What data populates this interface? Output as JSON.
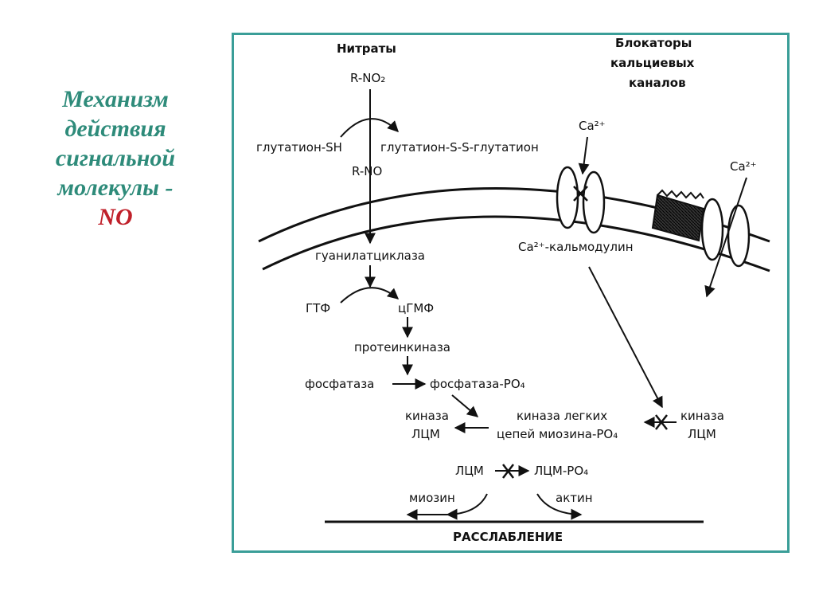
{
  "title": {
    "line1": "Механизм",
    "line2": "действия",
    "line3": "сигнальной",
    "line4": "молекулы -",
    "line5": "NO"
  },
  "colors": {
    "title": "#2e8b7a",
    "accent": "#c0202a",
    "frame": "#3a9e98"
  },
  "diagram": {
    "nitrates": "Нитраты",
    "blockers1": "Блокаторы",
    "blockers2": "кальциевых",
    "blockers3": "каналов",
    "rno2": "R-NO₂",
    "glutathione_sh": "глутатион-SH",
    "glutathione_ssg": "глутатион-S-S-глутатион",
    "rno": "R-NO",
    "ca1": "Ca²⁺",
    "ca2": "Ca²⁺",
    "calmodulin": "Ca²⁺-кальмодулин",
    "guanylate": "гуанилатциклаза",
    "gtp": "ГТФ",
    "cgmp": "цГМФ",
    "proteinkinase": "протеинкиназа",
    "phosphatase": "фосфатаза",
    "phosphatase_po4": "фосфатаза-PO₄",
    "kinase_left1": "киназа",
    "kinase_left2": "ЛЦМ",
    "kinase_mid1": "киназа легких",
    "kinase_mid2": "цепей миозина-PO₄",
    "kinase_right1": "киназа",
    "kinase_right2": "ЛЦМ",
    "lcm": "ЛЦМ",
    "lcm_po4": "ЛЦМ-PO₄",
    "myosin": "миозин",
    "actin": "актин",
    "relaxation": "РАССЛАБЛЕНИЕ"
  }
}
